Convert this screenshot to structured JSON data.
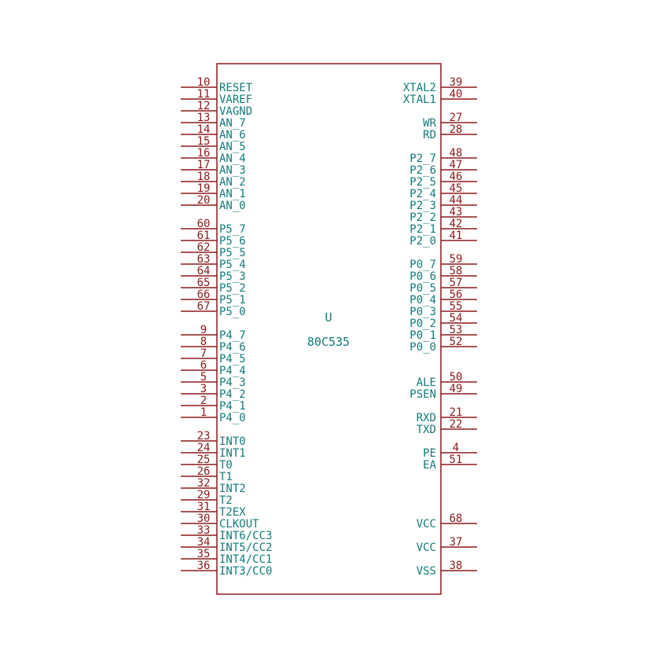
{
  "component": {
    "reference": "U",
    "value": "80C535"
  },
  "colors": {
    "body_outline": "#8b1a1a",
    "pin_line": "#8b1a1a",
    "pin_number": "#8b1a1a",
    "pin_name": "#127a7a",
    "component_text": "#127a7a",
    "background": "#ffffff"
  },
  "left_pins": [
    {
      "number": "10",
      "name": "RESET"
    },
    {
      "number": "11",
      "name": "VAREF"
    },
    {
      "number": "12",
      "name": "VAGND"
    },
    {
      "number": "13",
      "name": "AN_7"
    },
    {
      "number": "14",
      "name": "AN_6"
    },
    {
      "number": "15",
      "name": "AN_5"
    },
    {
      "number": "16",
      "name": "AN_4"
    },
    {
      "number": "17",
      "name": "AN_3"
    },
    {
      "number": "18",
      "name": "AN_2"
    },
    {
      "number": "19",
      "name": "AN_1"
    },
    {
      "number": "20",
      "name": "AN_0"
    },
    {
      "number": "",
      "name": ""
    },
    {
      "number": "60",
      "name": "P5_7"
    },
    {
      "number": "61",
      "name": "P5_6"
    },
    {
      "number": "62",
      "name": "P5_5"
    },
    {
      "number": "63",
      "name": "P5_4"
    },
    {
      "number": "64",
      "name": "P5_3"
    },
    {
      "number": "65",
      "name": "P5_2"
    },
    {
      "number": "66",
      "name": "P5_1"
    },
    {
      "number": "67",
      "name": "P5_0"
    },
    {
      "number": "",
      "name": ""
    },
    {
      "number": "9",
      "name": "P4_7"
    },
    {
      "number": "8",
      "name": "P4_6"
    },
    {
      "number": "7",
      "name": "P4_5"
    },
    {
      "number": "6",
      "name": "P4_4"
    },
    {
      "number": "5",
      "name": "P4_3"
    },
    {
      "number": "3",
      "name": "P4_2"
    },
    {
      "number": "2",
      "name": "P4_1"
    },
    {
      "number": "1",
      "name": "P4_0"
    },
    {
      "number": "",
      "name": ""
    },
    {
      "number": "23",
      "name": "INT0"
    },
    {
      "number": "24",
      "name": "INT1"
    },
    {
      "number": "25",
      "name": "T0"
    },
    {
      "number": "26",
      "name": "T1"
    },
    {
      "number": "32",
      "name": "INT2"
    },
    {
      "number": "29",
      "name": "T2"
    },
    {
      "number": "31",
      "name": "T2EX"
    },
    {
      "number": "30",
      "name": "CLKOUT"
    },
    {
      "number": "33",
      "name": "INT6/CC3"
    },
    {
      "number": "34",
      "name": "INT5/CC2"
    },
    {
      "number": "35",
      "name": "INT4/CC1"
    },
    {
      "number": "36",
      "name": "INT3/CC0"
    }
  ],
  "right_pins": [
    {
      "number": "39",
      "name": "XTAL2"
    },
    {
      "number": "40",
      "name": "XTAL1"
    },
    {
      "number": "",
      "name": ""
    },
    {
      "number": "27",
      "name": "WR"
    },
    {
      "number": "28",
      "name": "RD"
    },
    {
      "number": "",
      "name": ""
    },
    {
      "number": "48",
      "name": "P2_7"
    },
    {
      "number": "47",
      "name": "P2_6"
    },
    {
      "number": "46",
      "name": "P2_5"
    },
    {
      "number": "45",
      "name": "P2_4"
    },
    {
      "number": "44",
      "name": "P2_3"
    },
    {
      "number": "43",
      "name": "P2_2"
    },
    {
      "number": "42",
      "name": "P2_1"
    },
    {
      "number": "41",
      "name": "P2_0"
    },
    {
      "number": "",
      "name": ""
    },
    {
      "number": "59",
      "name": "P0_7"
    },
    {
      "number": "58",
      "name": "P0_6"
    },
    {
      "number": "57",
      "name": "P0_5"
    },
    {
      "number": "56",
      "name": "P0_4"
    },
    {
      "number": "55",
      "name": "P0_3"
    },
    {
      "number": "54",
      "name": "P0_2"
    },
    {
      "number": "53",
      "name": "P0_1"
    },
    {
      "number": "52",
      "name": "P0_0"
    },
    {
      "number": "",
      "name": ""
    },
    {
      "number": "",
      "name": ""
    },
    {
      "number": "50",
      "name": "ALE"
    },
    {
      "number": "49",
      "name": "PSEN"
    },
    {
      "number": "",
      "name": ""
    },
    {
      "number": "21",
      "name": "RXD"
    },
    {
      "number": "22",
      "name": "TXD"
    },
    {
      "number": "",
      "name": ""
    },
    {
      "number": "4",
      "name": "PE"
    },
    {
      "number": "51",
      "name": "EA"
    },
    {
      "number": "",
      "name": ""
    },
    {
      "number": "",
      "name": ""
    },
    {
      "number": "",
      "name": ""
    },
    {
      "number": "",
      "name": ""
    },
    {
      "number": "68",
      "name": "VCC"
    },
    {
      "number": "",
      "name": ""
    },
    {
      "number": "37",
      "name": "VCC"
    },
    {
      "number": "",
      "name": ""
    },
    {
      "number": "38",
      "name": "VSS"
    }
  ]
}
